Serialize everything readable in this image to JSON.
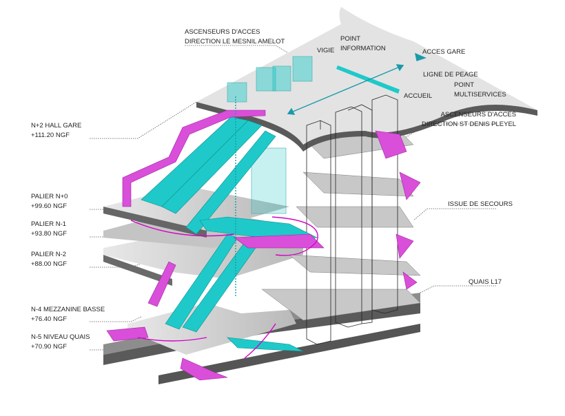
{
  "colors": {
    "escalator": "#1fc9c9",
    "stair": "#d94fd9",
    "slab": "#cfcfcf",
    "slab_edge": "#555555",
    "flow_arrow": "#d400c8",
    "access_arrow": "#1a9aa8"
  },
  "levels": [
    {
      "name": "N+2 HALL GARE",
      "elevation": "+111.20 NGF"
    },
    {
      "name": "PALIER N+0",
      "elevation": "+99.60 NGF"
    },
    {
      "name": "PALIER N-1",
      "elevation": "+93.80 NGF"
    },
    {
      "name": "PALIER N-2",
      "elevation": "+88.00 NGF"
    },
    {
      "name": "N-4 MEZZANINE BASSE",
      "elevation": "+76.40 NGF"
    },
    {
      "name": "N-5 NIVEAU QUAIS",
      "elevation": "+70.90 NGF"
    }
  ],
  "annotations": {
    "asc_mesnil": [
      "ASCENSEURS D'ACCES",
      "DIRECTION LE MESNIL AMELOT"
    ],
    "vigie": "VIGIE",
    "point_info": [
      "POINT",
      "INFORMATION"
    ],
    "acces_gare": "ACCES GARE",
    "ligne_peage": "LIGNE DE PEAGE",
    "point_multi": [
      "POINT",
      "MULTISERVICES"
    ],
    "accueil": "ACCUEIL",
    "asc_stdenis": [
      "ASCENSEURS D'ACCES",
      "DIRECTION ST DENIS PLEYEL"
    ],
    "issue_secours": "ISSUE DE SECOURS",
    "quais": "QUAIS L17"
  }
}
